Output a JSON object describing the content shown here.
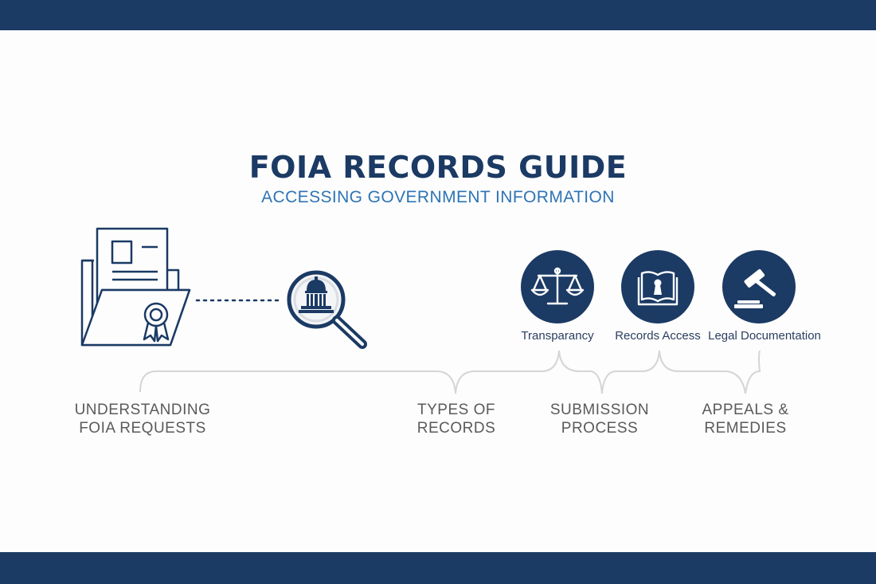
{
  "header": {
    "title": "FOIA RECORDS GUIDE",
    "subtitle": "ACCESSING GOVERNMENT INFORMATION"
  },
  "icons": [
    {
      "icon": "scales-icon",
      "label": "Transparancy"
    },
    {
      "icon": "keyhole-book-icon",
      "label": "Records Access"
    },
    {
      "icon": "gavel-icon",
      "label": "Legal Documentation"
    }
  ],
  "sections": [
    {
      "line1": "UNDERSTANDING",
      "line2": "FOIA REQUESTS"
    },
    {
      "line1": "TYPES OF",
      "line2": "RECORDS"
    },
    {
      "line1": "SUBMISSION",
      "line2": "PROCESS"
    },
    {
      "line1": "APPEALS &",
      "line2": "REMEDIES"
    }
  ],
  "colors": {
    "navy": "#1b3a64",
    "accent_blue": "#2e74b5",
    "section_text": "#5a5a5a",
    "bracket": "#d5d5d5"
  }
}
